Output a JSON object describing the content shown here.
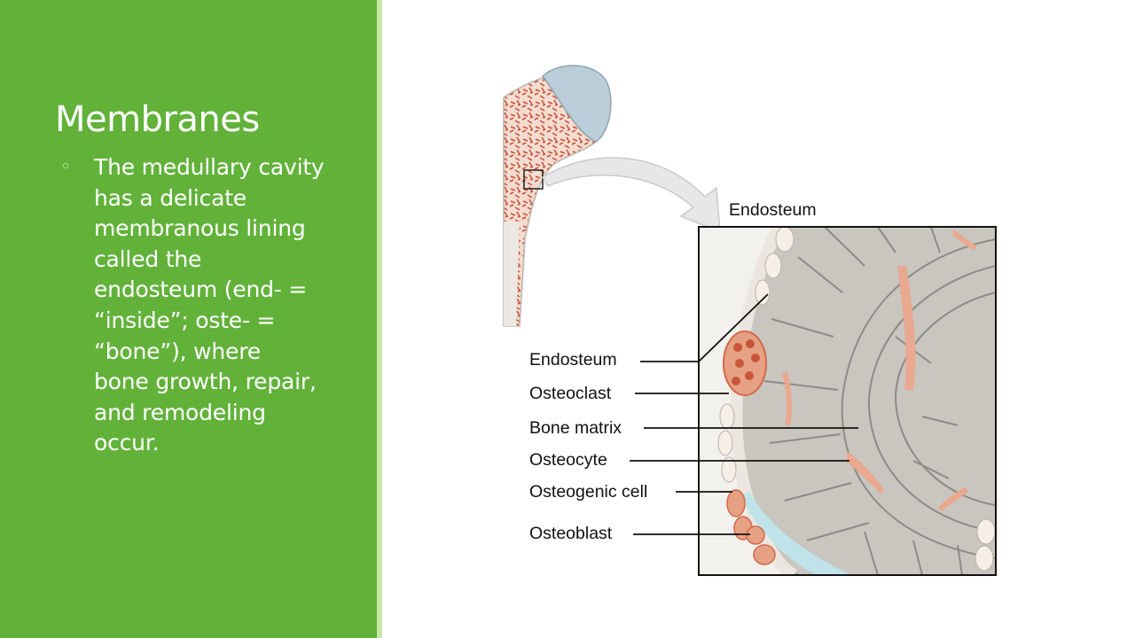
{
  "slide": {
    "title": "Membranes",
    "bullet_lines": [
      "The medullary cavity",
      "has a delicate",
      "membranous lining",
      "called the",
      "endosteum (end- =",
      "“inside”; oste- =",
      "“bone”), where",
      "bone growth, repair,",
      "and remodeling",
      "occur."
    ]
  },
  "diagram": {
    "top_label": "Endosteum",
    "labels": [
      "Endosteum",
      "Osteoclast",
      "Bone matrix",
      "Osteocyte",
      "Osteogenic cell",
      "Osteoblast"
    ]
  },
  "colors": {
    "panel": "#62b23a",
    "accent": "#c8e6a8"
  }
}
